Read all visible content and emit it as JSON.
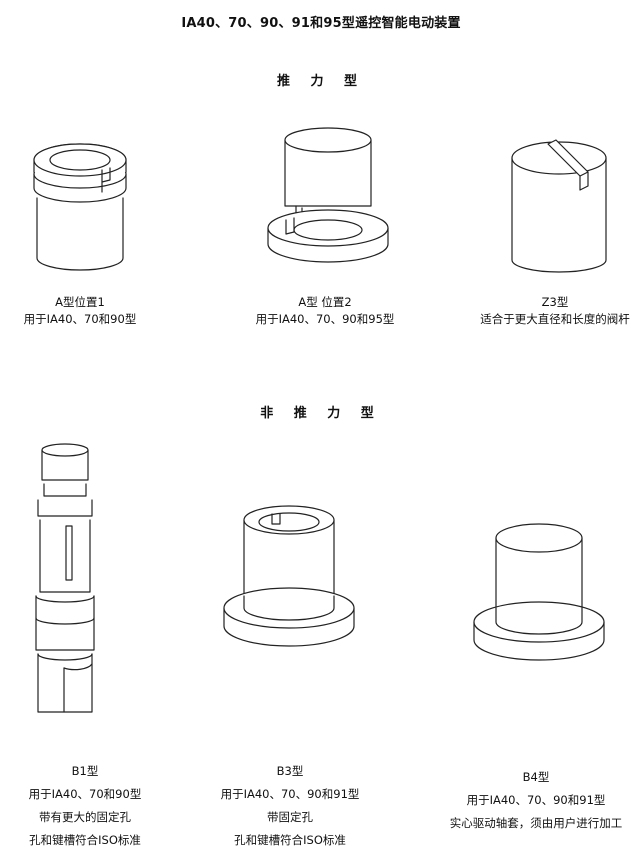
{
  "title": "IA40、70、90、91和95型遥控智能电动装置",
  "sections": {
    "thrust": "推 力 型",
    "non_thrust": "非 推 力 型"
  },
  "products": [
    {
      "name": "A型位置1",
      "lines": [
        "用于IA40、70和90型"
      ],
      "icon": "bushing-flange-top-icon"
    },
    {
      "name": "A型 位置2",
      "lines": [
        "用于IA40、70、90和95型"
      ],
      "icon": "bushing-flange-bottom-icon"
    },
    {
      "name": "Z3型",
      "lines": [
        "适合于更大直径和长度的阀杆"
      ],
      "icon": "slotted-cylinder-icon"
    },
    {
      "name": "B1型",
      "lines": [
        "用于IA40、70和90型",
        "带有更大的固定孔",
        "孔和键槽符合ISO标准"
      ],
      "icon": "splined-shaft-icon"
    },
    {
      "name": "B3型",
      "lines": [
        "用于IA40、70、90和91型",
        "带固定孔",
        "孔和键槽符合ISO标准"
      ],
      "icon": "keyed-flanged-bushing-icon"
    },
    {
      "name": "B4型",
      "lines": [
        "用于IA40、70、90和91型",
        "实心驱动轴套，须由用户进行加工"
      ],
      "icon": "solid-flanged-bushing-icon"
    }
  ]
}
